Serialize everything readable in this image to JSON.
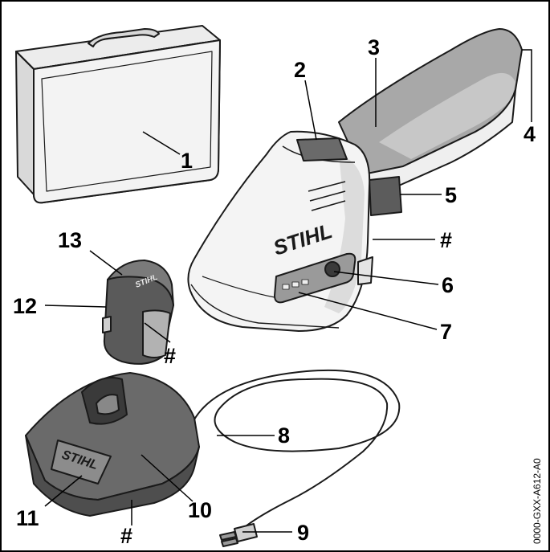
{
  "callouts": {
    "c1": "1",
    "c2": "2",
    "c3": "3",
    "c4": "4",
    "c5": "5",
    "c6": "6",
    "c7": "7",
    "c8": "8",
    "c9": "9",
    "c10": "10",
    "c11": "11",
    "c12": "12",
    "c13": "13",
    "hash_hedge": "#",
    "hash_battery": "#",
    "hash_charger": "#"
  },
  "brand": "STIHL",
  "drawing_code": "0000-GXX-A612-A0",
  "colors": {
    "outline": "#1a1a1a",
    "light_gray": "#e8e8e8",
    "mid_gray": "#b9b9b9",
    "dark_gray": "#7a7a7a",
    "charcoal": "#5a5a5a"
  }
}
